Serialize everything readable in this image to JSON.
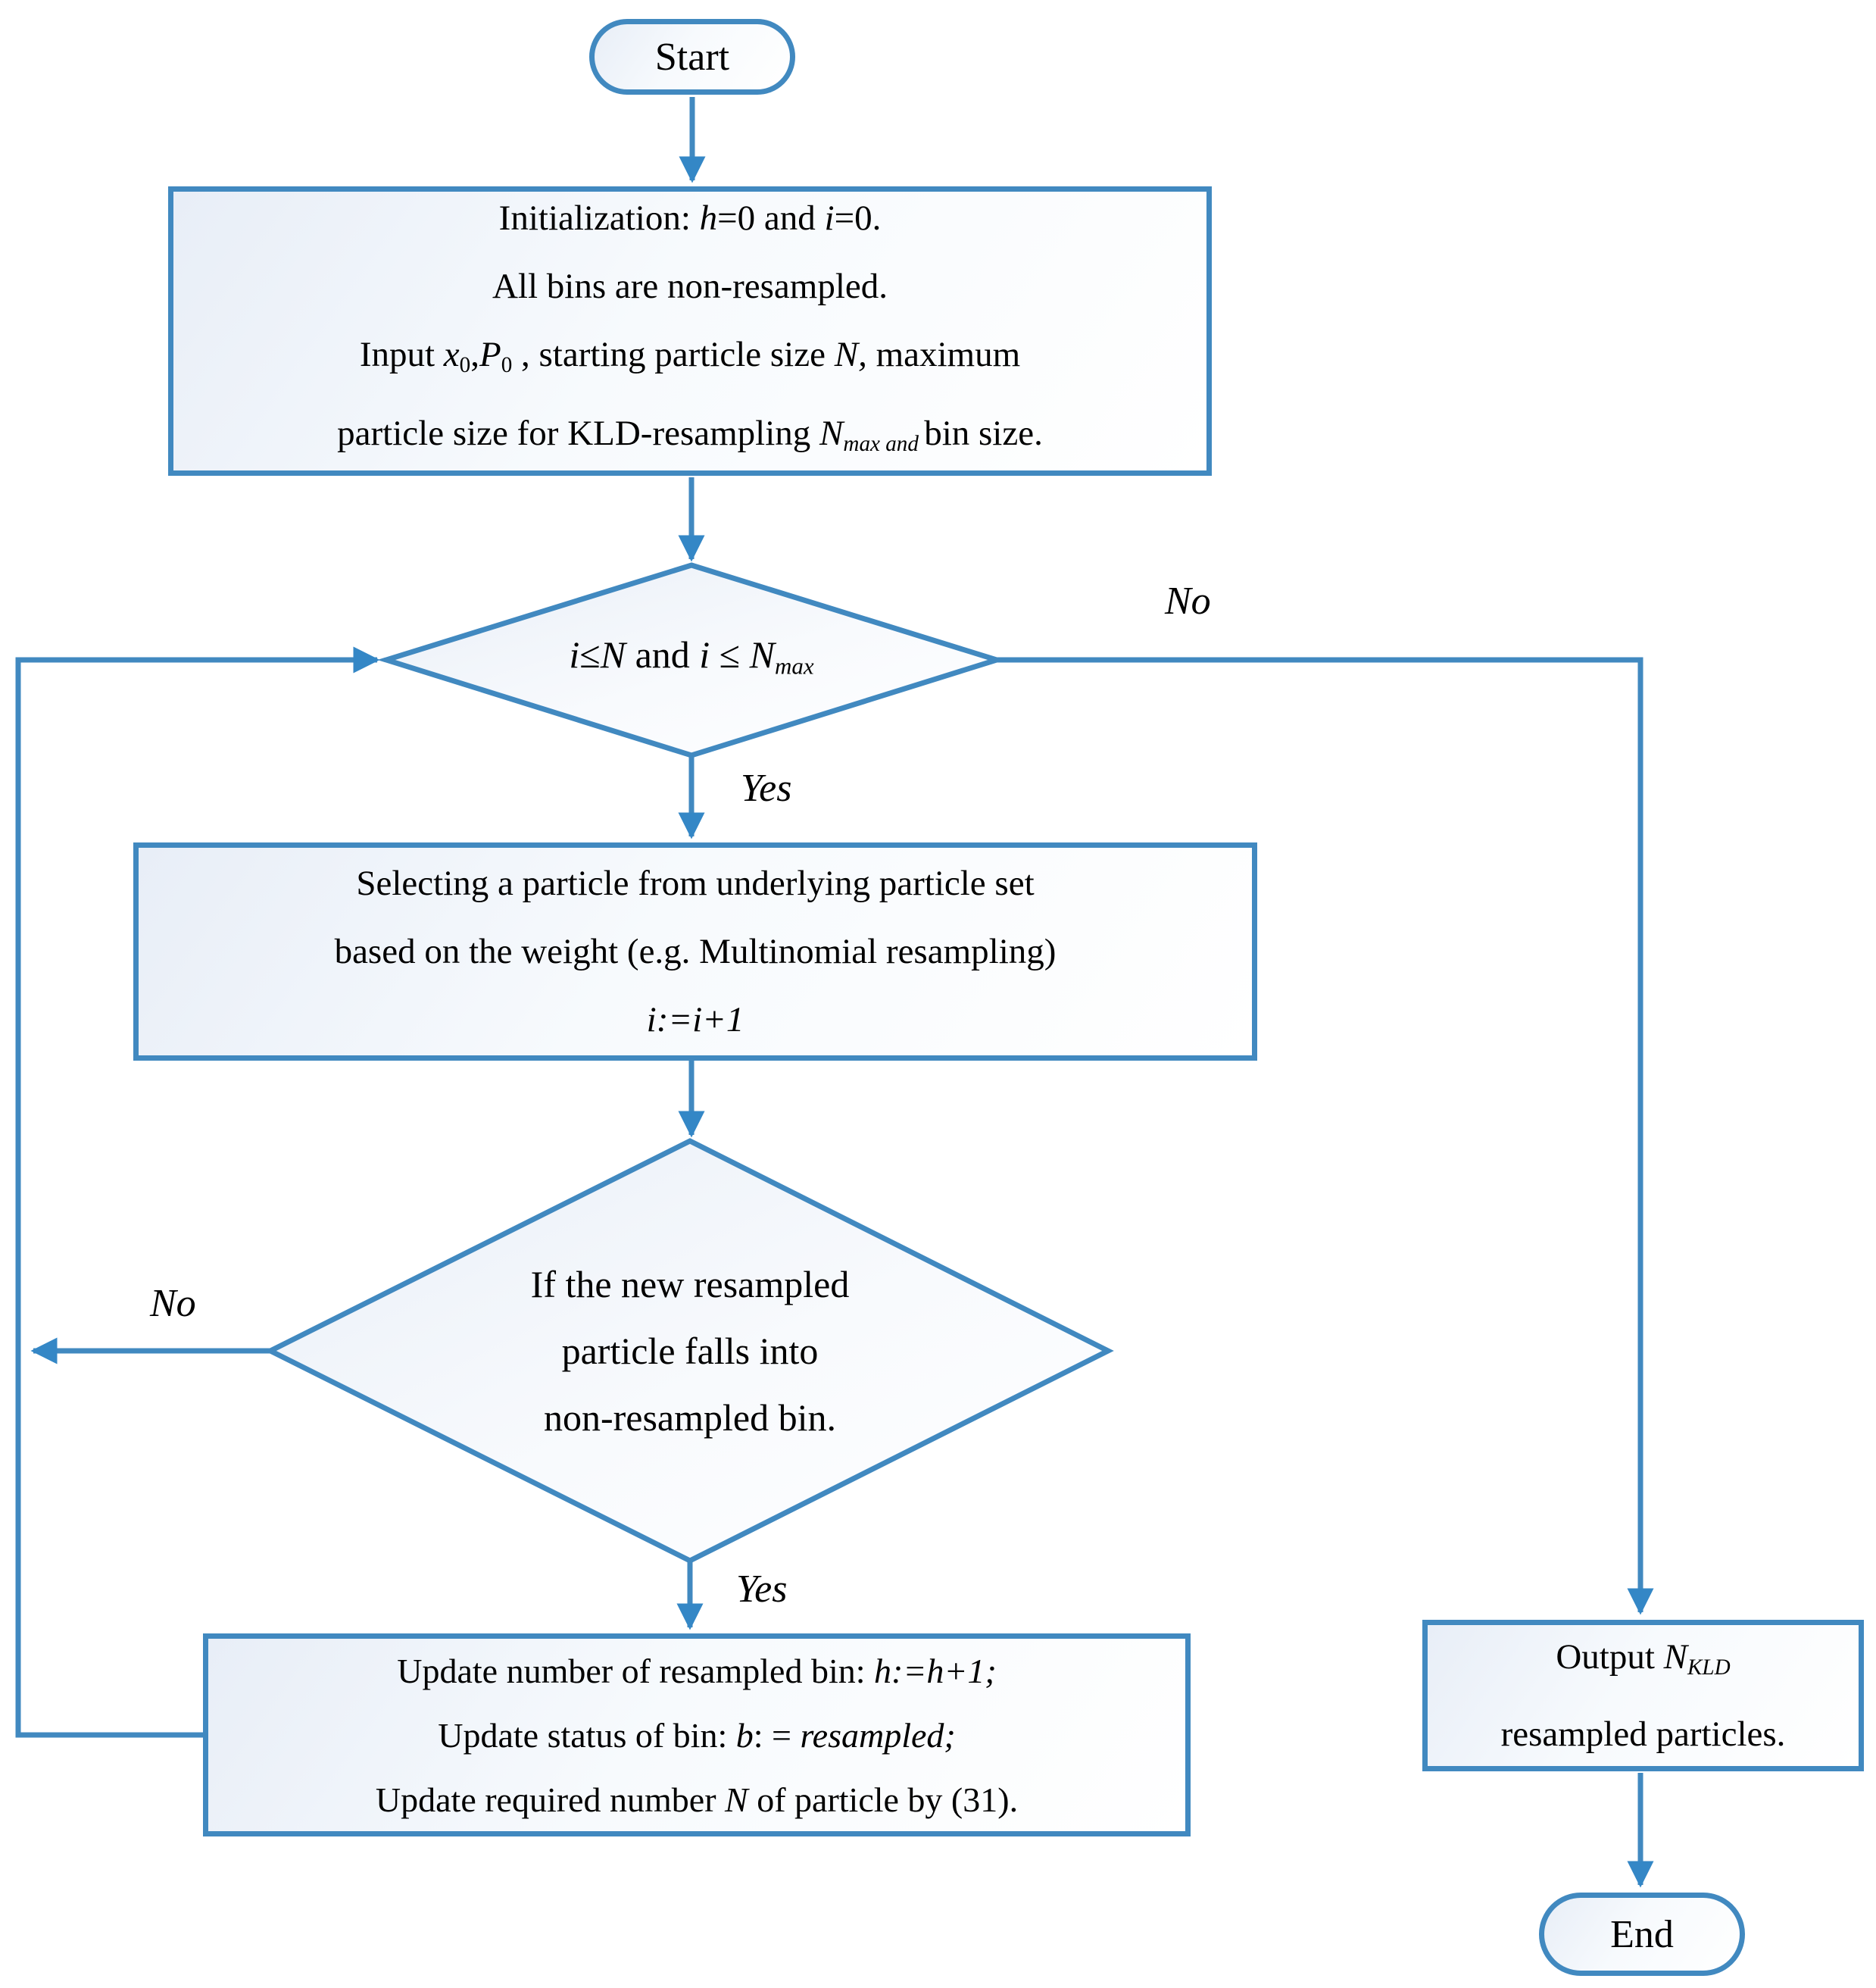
{
  "colors": {
    "line": "#4189c0",
    "arrow": "#3487c6",
    "node_fill_tint": "#e8eef7",
    "text": "#000000"
  },
  "nodes": {
    "start": {
      "label": "Start"
    },
    "init": {
      "lines": [
        [
          {
            "text": "Initialization: "
          },
          {
            "text": "h",
            "style": "i"
          },
          {
            "text": "=0 and "
          },
          {
            "text": "i",
            "style": "i"
          },
          {
            "text": "=0."
          }
        ],
        [
          {
            "text": "All bins are non-resampled."
          }
        ],
        [
          {
            "text": "Input "
          },
          {
            "text": "x",
            "style": "i"
          },
          {
            "text": "0",
            "style": "sub"
          },
          {
            "text": ","
          },
          {
            "text": "P",
            "style": "i"
          },
          {
            "text": "0",
            "style": "sub"
          },
          {
            "text": " , starting particle size "
          },
          {
            "text": "N,",
            "style": "i"
          },
          {
            "text": " maximum"
          }
        ],
        [
          {
            "text": "particle size for KLD-resampling "
          },
          {
            "text": "N",
            "style": "i"
          },
          {
            "text": "max and ",
            "style": "i sub"
          },
          {
            "text": "bin size."
          }
        ]
      ]
    },
    "decision1": {
      "lines": [
        [
          {
            "text": "i",
            "style": "i"
          },
          {
            "text": "≤"
          },
          {
            "text": "N",
            "style": "i"
          },
          {
            "text": " and "
          },
          {
            "text": "i",
            "style": "i"
          },
          {
            "text": " ≤ "
          },
          {
            "text": "N",
            "style": "i"
          },
          {
            "text": "max",
            "style": "i sub"
          }
        ]
      ]
    },
    "select": {
      "lines": [
        [
          {
            "text": "Selecting a particle from underlying particle set"
          }
        ],
        [
          {
            "text": "based on the weight (e.g. Multinomial resampling)"
          }
        ],
        [
          {
            "text": "i:=i+1",
            "style": "i"
          }
        ]
      ]
    },
    "decision2": {
      "lines": [
        [
          {
            "text": "If the new resampled"
          }
        ],
        [
          {
            "text": "particle falls into"
          }
        ],
        [
          {
            "text": "non-resampled bin."
          }
        ]
      ]
    },
    "update": {
      "lines": [
        [
          {
            "text": "Update number of resampled bin: "
          },
          {
            "text": "h:=h+1;",
            "style": "i"
          }
        ],
        [
          {
            "text": "Update status of bin: "
          },
          {
            "text": "b",
            "style": "i"
          },
          {
            "text": ": = "
          },
          {
            "text": "resampled;",
            "style": "i"
          }
        ],
        [
          {
            "text": "Update required number "
          },
          {
            "text": "N",
            "style": "i"
          },
          {
            "text": " of particle by (31)."
          }
        ]
      ]
    },
    "output": {
      "lines": [
        [
          {
            "text": "Output "
          },
          {
            "text": "N",
            "style": "i"
          },
          {
            "text": "KLD",
            "style": "i sub"
          }
        ],
        [
          {
            "text": "resampled particles."
          }
        ]
      ]
    },
    "end": {
      "label": "End"
    }
  },
  "labels": {
    "no1": "No",
    "yes1": "Yes",
    "no2": "No",
    "yes2": "Yes"
  }
}
